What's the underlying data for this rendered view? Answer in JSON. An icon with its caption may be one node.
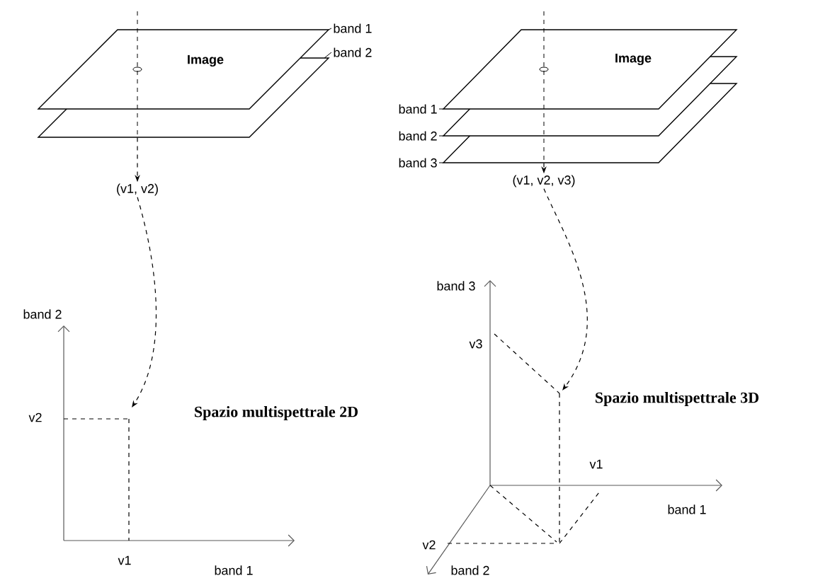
{
  "diagram": {
    "nodes": [
      {
        "text": [
          "Image"
        ],
        "beside": [
          "band 1"
        ]
      },
      {
        "text": [],
        "shape": "box",
        "beside": [
          "band 2"
        ]
      },
      {
        "text": [
          "(v1, v2)"
        ]
      },
      {
        "text": [
          "Image"
        ],
        "beside": [
          "band 1"
        ]
      },
      {
        "text": [],
        "shape": "box",
        "beside": [
          "band 2"
        ]
      },
      {
        "text": [],
        "shape": "box",
        "beside": [
          "band 3"
        ]
      },
      {
        "text": [
          "(v1, v2, v3)"
        ]
      }
    ],
    "edges": [
      {
        "from": 1,
        "to": 2,
        "arrow": "to",
        "style": "dashed"
      },
      {
        "from": 2,
        "to": null,
        "arrow": "to",
        "style": "dashed"
      },
      {
        "from": 5,
        "to": 6,
        "arrow": "to",
        "style": "dashed"
      },
      {
        "from": 6,
        "to": null,
        "arrow": "to",
        "style": "dashed"
      }
    ],
    "labels": [
      "band 2",
      "v2",
      "Spazio multispettrale 2D",
      "v1",
      "band 1",
      "band 3",
      "v3",
      "Spazio multispettrale 3D",
      "v1",
      "band 1",
      "v2",
      "band 2"
    ]
  }
}
